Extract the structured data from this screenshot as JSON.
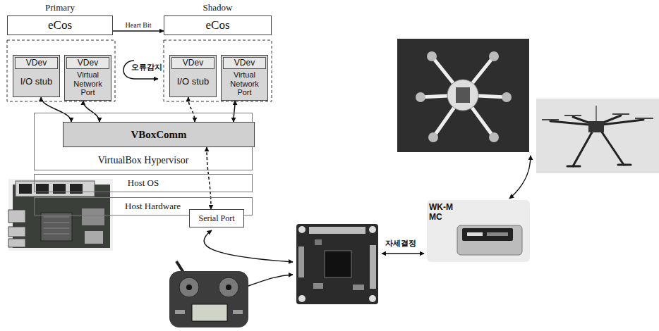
{
  "diagram": {
    "nodes": [
      {
        "text": [
          "Primary",
          "eCos"
        ]
      },
      {
        "text": [
          "VDev",
          "I/O stub"
        ]
      },
      {
        "text": [
          "VDev",
          "Virtual Network Port"
        ]
      },
      {
        "text": [
          "Shadow",
          "eCos"
        ]
      },
      {
        "text": [
          "VDev",
          "I/O stub"
        ]
      },
      {
        "text": [
          "VDev",
          "Virtual Network Port"
        ]
      },
      {
        "text": [
          "VirtualBox Hypervisor"
        ]
      },
      {
        "text": [
          "VBoxComm"
        ],
        "in": 6
      },
      {
        "text": [
          "Host OS"
        ]
      },
      {
        "text": [
          "Host Hardware"
        ]
      },
      {
        "text": [
          "Serial Port"
        ]
      },
      {
        "text": [
          "WK-M MC"
        ]
      }
    ],
    "edges": [
      {
        "from": 0,
        "to": 3,
        "arrow": "to",
        "label": "Heart Bit"
      },
      {
        "from": 1,
        "to": 7,
        "arrow": "both"
      },
      {
        "from": 2,
        "to": 7,
        "arrow": "both"
      },
      {
        "from": 4,
        "to": 7,
        "arrow": "both"
      },
      {
        "from": 5,
        "to": 7,
        "arrow": "both"
      },
      {
        "from": 7,
        "to": 10,
        "arrow": "both"
      }
    ],
    "labels": [
      "오류감지",
      "자세결정"
    ]
  }
}
